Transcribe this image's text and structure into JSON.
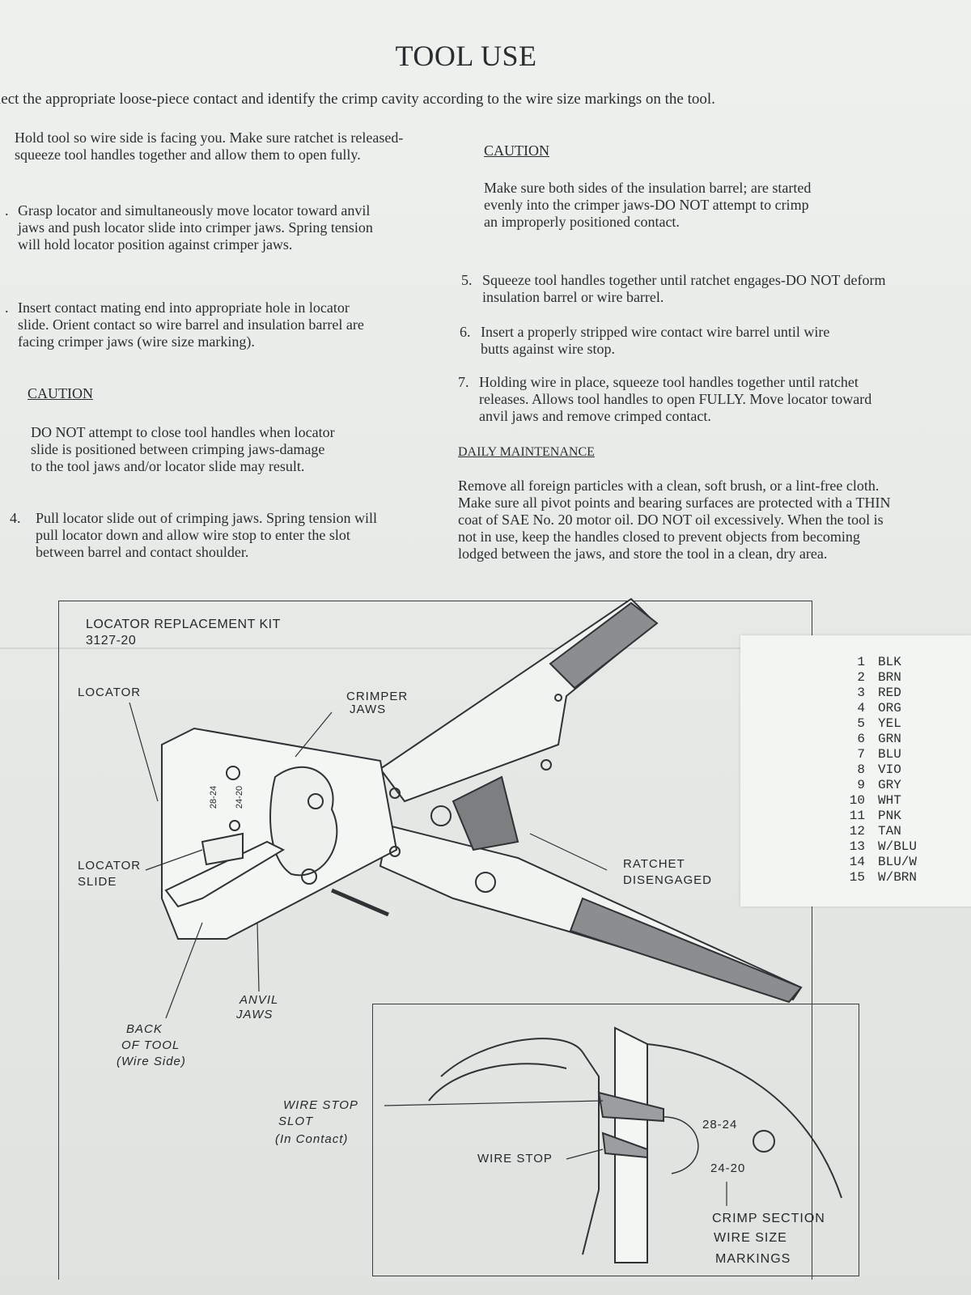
{
  "title": "TOOL USE",
  "intro": "lect the appropriate loose-piece contact and identify the crimp cavity according to the wire size markings on the tool.",
  "left_column": {
    "step1": "Hold tool so wire side is facing you. Make sure ratchet is released-squeeze tool handles together and allow them to open fully.",
    "step2_num": ".",
    "step2": "Grasp locator and simultaneously move locator toward anvil jaws and push locator slide into crimper jaws. Spring tension will hold locator position against crimper jaws.",
    "step3_num": ".",
    "step3": "Insert contact mating end into appropriate hole in locator slide. Orient contact so wire barrel and insulation barrel are facing crimper jaws (wire size marking).",
    "caution_heading": "CAUTION",
    "caution_text": "DO NOT attempt to close tool handles when locator slide is positioned between crimping jaws-damage to the tool jaws and/or locator slide may result.",
    "step4_num": "4.",
    "step4": "Pull locator slide out of crimping jaws. Spring tension will pull locator down and allow wire stop to enter the slot between barrel and contact shoulder."
  },
  "right_column": {
    "caution_heading": "CAUTION",
    "caution_text": "Make sure both sides of the insulation barrel; are started evenly into the crimper jaws-DO NOT attempt to crimp an improperly positioned contact.",
    "step5_num": "5.",
    "step5": "Squeeze tool handles together until ratchet engages-DO NOT deform insulation barrel or wire barrel.",
    "step6_num": "6.",
    "step6": "Insert a properly stripped wire contact wire barrel until wire butts against wire stop.",
    "step7_num": "7.",
    "step7": "Holding wire in place, squeeze tool handles together until ratchet releases. Allows tool handles to open FULLY. Move locator toward anvil jaws and remove crimped contact.",
    "maintenance_heading": "DAILY MAINTENANCE",
    "maintenance_text": "Remove all foreign particles with a clean, soft brush, or a lint-free cloth. Make sure all pivot points and bearing surfaces are protected with a THIN coat of SAE No. 20 motor oil. DO NOT oil excessively. When the tool is not in use, keep the handles closed to prevent objects from becoming lodged between the jaws, and store the tool in a clean, dry area."
  },
  "diagram": {
    "kit_title": "LOCATOR REPLACEMENT KIT",
    "kit_number": "3127-20",
    "locator": "LOCATOR",
    "crimper_jaws_1": "CRIMPER",
    "crimper_jaws_2": "JAWS",
    "size_a": "28-24",
    "size_b": "24-20",
    "locator_slide_1": "LOCATOR",
    "locator_slide_2": "SLIDE",
    "ratchet_1": "RATCHET",
    "ratchet_2": "DISENGAGED",
    "anvil_1": "ANVIL",
    "anvil_2": "JAWS",
    "back_1": "BACK",
    "back_2": "OF TOOL",
    "back_3": "(Wire Side)",
    "wire_stop_slot_1": "WIRE STOP",
    "wire_stop_slot_2": "SLOT",
    "wire_stop_slot_3": "(In Contact)",
    "wire_stop": "WIRE STOP",
    "detail_size_a": "28-24",
    "detail_size_b": "24-20",
    "crimp_1": "CRIMP SECTION",
    "crimp_2": "WIRE SIZE",
    "crimp_3": "MARKINGS"
  },
  "wire_colors": [
    {
      "n": "1",
      "c": "BLK"
    },
    {
      "n": "2",
      "c": "BRN"
    },
    {
      "n": "3",
      "c": "RED"
    },
    {
      "n": "4",
      "c": "ORG"
    },
    {
      "n": "5",
      "c": "YEL"
    },
    {
      "n": "6",
      "c": "GRN"
    },
    {
      "n": "7",
      "c": "BLU"
    },
    {
      "n": "8",
      "c": "VIO"
    },
    {
      "n": "9",
      "c": "GRY"
    },
    {
      "n": "10",
      "c": "WHT"
    },
    {
      "n": "11",
      "c": "PNK"
    },
    {
      "n": "12",
      "c": "TAN"
    },
    {
      "n": "13",
      "c": "W/BLU"
    },
    {
      "n": "14",
      "c": "BLU/W"
    },
    {
      "n": "15",
      "c": "W/BRN"
    }
  ]
}
